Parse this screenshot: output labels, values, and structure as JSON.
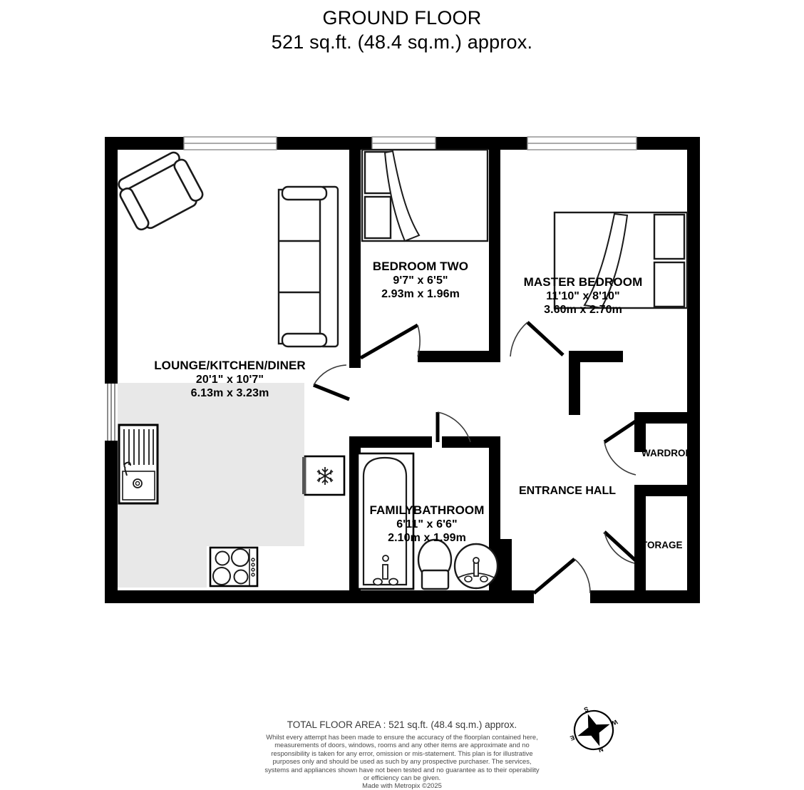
{
  "document": {
    "type": "floorplan",
    "title": "GROUND FLOOR",
    "area_summary": "521 sq.ft. (48.4 sq.m.) approx."
  },
  "rooms": [
    {
      "id": "lounge-kitchen-diner",
      "name": "LOUNGE/KITCHEN/DINER",
      "dim_imperial": "20'1\"  x 10'7\"",
      "dim_metric": "6.13m  x 3.23m"
    },
    {
      "id": "bedroom-two",
      "name": "BEDROOM TWO",
      "dim_imperial": "9'7\"  x 6'5\"",
      "dim_metric": "2.93m  x 1.96m"
    },
    {
      "id": "master-bedroom",
      "name": "MASTER BEDROOM",
      "dim_imperial": "11'10\"  x 8'10\"",
      "dim_metric": "3.60m  x 2.70m"
    },
    {
      "id": "family-bathroom",
      "name": "FAMILYBATHROOM",
      "dim_imperial": "6'11\"  x 6'6\"",
      "dim_metric": "2.10m  x 1.99m"
    }
  ],
  "areas": {
    "entrance_hall": "ENTRANCE HALL",
    "wardrobe": "WARDROBE",
    "storage": "STORAGE"
  },
  "footer": {
    "total_area": "TOTAL FLOOR AREA : 521 sq.ft. (48.4 sq.m.) approx.",
    "disclaimer": "Whilst every attempt has been made to ensure the accuracy of the floorplan contained here, measurements of doors, windows, rooms and any other items are approximate and no responsibility is taken for any error, omission or mis-statement. This plan is for illustrative purposes only and should be used as such by any prospective purchaser. The services, systems and appliances shown have not been tested and no guarantee as to their operability or efficiency can be given.",
    "made_with": "Made with Metropix ©2025"
  },
  "compass": {
    "north": "N",
    "south": "S",
    "east": "E",
    "west": "W"
  },
  "colors": {
    "wall": "#000000",
    "background": "#ffffff",
    "counter": "#e8e8e8",
    "furniture_stroke": "#1a1a1a",
    "window_frame": "#9a9a9a"
  }
}
